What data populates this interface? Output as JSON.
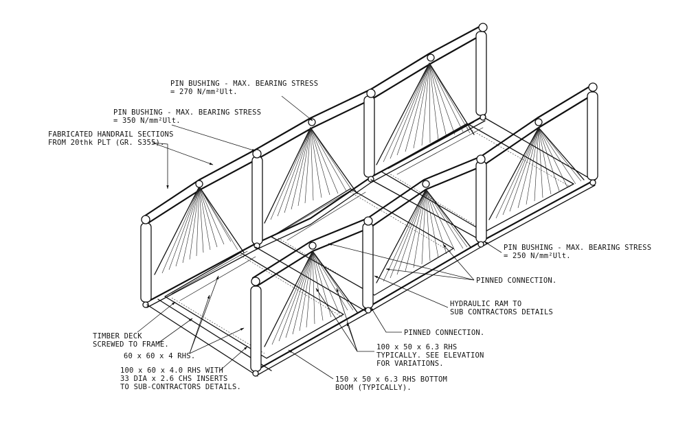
{
  "drawing": {
    "subject": "bridge",
    "annotations": [
      {
        "id": "pin-bushing-270",
        "lines": [
          "PIN BUSHING - MAX. BEARING STRESS",
          "= 270 N/mm²Ult."
        ]
      },
      {
        "id": "pin-bushing-350",
        "lines": [
          "PIN BUSHING - MAX. BEARING STRESS",
          "= 350 N/mm²Ult."
        ]
      },
      {
        "id": "handrail-sections",
        "lines": [
          "FABRICATED HANDRAIL SECTIONS",
          "FROM 20thk PLT (GR. S355)."
        ]
      },
      {
        "id": "pin-bushing-250",
        "lines": [
          "PIN BUSHING - MAX. BEARING STRESS",
          "= 250 N/mm²Ult."
        ]
      },
      {
        "id": "pinned-connection-1",
        "lines": [
          "PINNED CONNECTION."
        ]
      },
      {
        "id": "hydraulic-ram",
        "lines": [
          "HYDRAULIC RAM TO",
          "SUB CONTRACTORS DETAILS"
        ]
      },
      {
        "id": "pinned-connection-2",
        "lines": [
          "PINNED CONNECTION."
        ]
      },
      {
        "id": "timber-deck",
        "lines": [
          "TIMBER DECK",
          "SCREWED TO FRAME."
        ]
      },
      {
        "id": "rhs-60x60",
        "lines": [
          "60 x 60 x 4 RHS."
        ]
      },
      {
        "id": "rhs-100x50",
        "lines": [
          "100 x 50 x 6.3 RHS",
          "TYPICALLY. SEE ELEVATION",
          "FOR VARIATIONS."
        ]
      },
      {
        "id": "rhs-100x60",
        "lines": [
          "100 x 60 x 4.0 RHS WITH",
          "33 DIA x 2.6 CHS INSERTS",
          "TO SUB-CONTRACTORS DETAILS."
        ]
      },
      {
        "id": "rhs-150x50",
        "lines": [
          "150 x 50 x 6.3 RHS BOTTOM",
          "BOOM (TYPICALLY)."
        ]
      }
    ]
  }
}
